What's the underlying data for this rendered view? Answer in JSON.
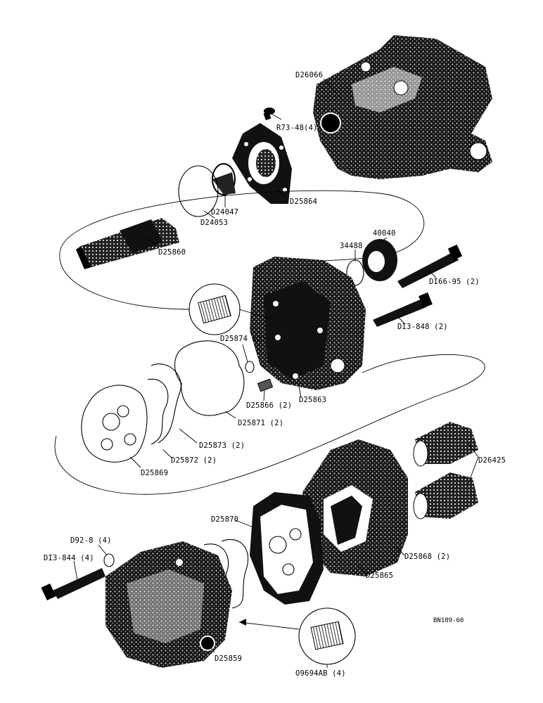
{
  "diagram": {
    "drawing_number": "BN189-60",
    "labels": {
      "d26066": "D26066",
      "r73_48": "R73-48(4)",
      "d25864": "D25864",
      "d24047": "D24047",
      "d24053": "D24053",
      "d25860": "D25860",
      "p40040": "40040",
      "p34488": "34488",
      "d166_95": "DI66-95 (2)",
      "d13_848": "DI3-848 (2)",
      "d25874": "D25874 (2)",
      "d25866": "D25866 (2)",
      "d25863": "D25863",
      "d25871": "D25871 (2)",
      "d25873": "D25873 (2)",
      "d25872": "D25872 (2)",
      "d25869": "D25869",
      "d26425": "D26425",
      "d25870": "D25870",
      "d25868": "D25868 (2)",
      "d25865": "D25865",
      "d92_8": "D92-8 (4)",
      "d13_844": "DI3-844 (4)",
      "d25859": "D25859",
      "o9694ab": "O9694AB (4)"
    }
  }
}
